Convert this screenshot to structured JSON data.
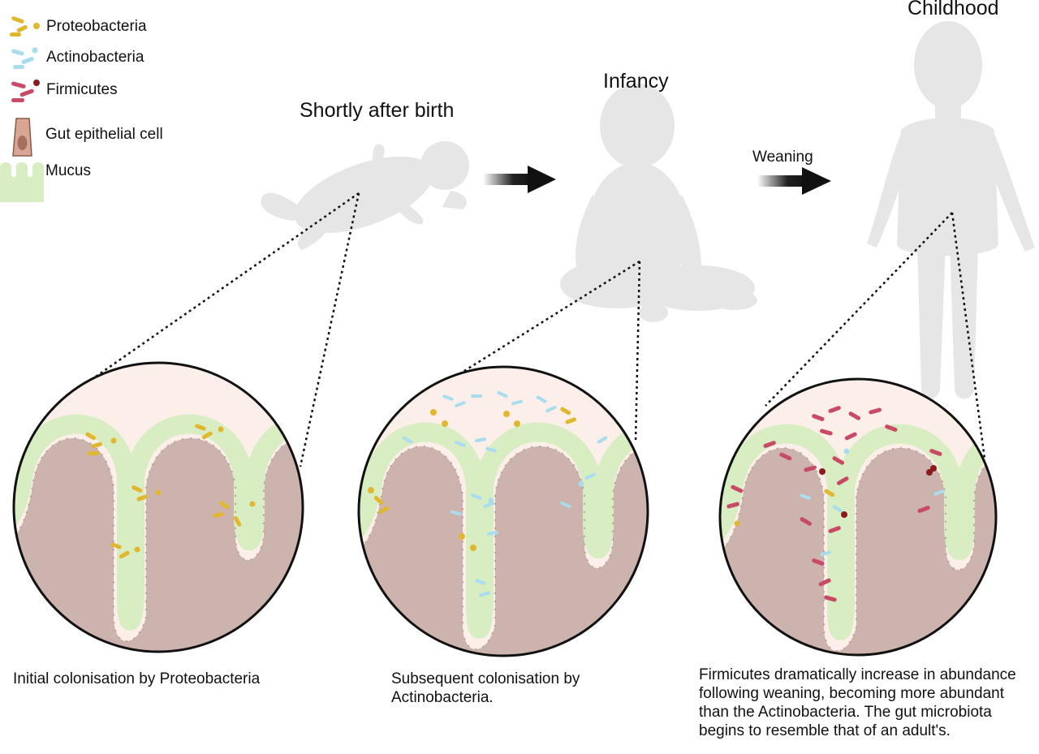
{
  "legend": {
    "proteobacteria": "Proteobacteria",
    "actinobacteria": "Actinobacteria",
    "firmicutes": "Firmicutes",
    "epithelial": "Gut epithelial cell",
    "mucus": "Mucus"
  },
  "stages": {
    "birth": "Shortly after birth",
    "infancy": "Infancy",
    "childhood": "Childhood",
    "weaning": "Weaning"
  },
  "captions": {
    "birth": "Initial colonisation by Proteobacteria",
    "infancy": "Subsequent colonisation by Actinobacteria.",
    "childhood": "Firmicutes dramatically increase in abundance following weaning, becoming more abundant than the Actinobacteria. The gut microbiota begins to resemble that of an adult's."
  },
  "colors": {
    "proteobacteria": "#e2b730",
    "actinobacteria": "#a9dcef",
    "firmicutes": "#c94a66",
    "firmicutes_dot": "#8b1a1a",
    "mucus": "#d9edc3",
    "epithelium": "#cdb3ad",
    "lumen_tissue": "#fcefe9",
    "silhouette": "#e6e6e6"
  }
}
